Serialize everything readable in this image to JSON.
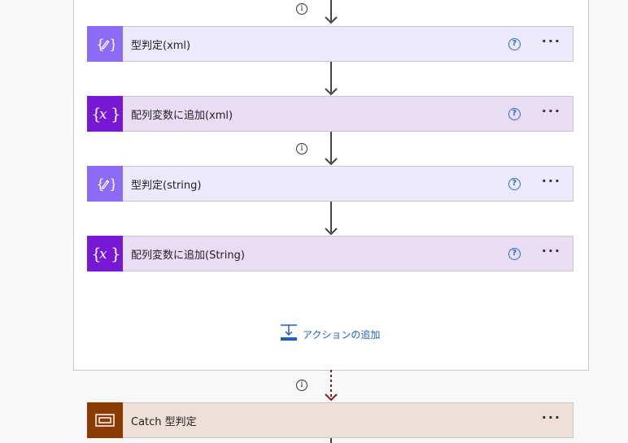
{
  "colors": {
    "compose_icon_bg": "#8c6cf5",
    "compose_card_bg": "#ece9fd",
    "variable_icon_bg": "#7719d4",
    "variable_card_bg": "#e9dcf5",
    "catch_icon_bg": "#8b3b00",
    "catch_card_bg": "#eee0d8",
    "link": "#1f5fbf",
    "failure_arrow": "#8b1a1a"
  },
  "actions": [
    {
      "title": "型判定(xml)",
      "icon": "compose-icon",
      "help": "?",
      "more": "···"
    },
    {
      "title": "配列変数に追加(xml)",
      "icon": "variable-icon",
      "help": "?",
      "more": "···"
    },
    {
      "title": "型判定(string)",
      "icon": "compose-icon",
      "help": "?",
      "more": "···"
    },
    {
      "title": "配列変数に追加(String)",
      "icon": "variable-icon",
      "help": "?",
      "more": "···"
    }
  ],
  "add_action": {
    "label": "アクションの追加",
    "icon": "add-action-icon"
  },
  "catch_action": {
    "title": "Catch 型判定",
    "icon": "scope-icon",
    "more": "···"
  },
  "info_glyph": "i"
}
